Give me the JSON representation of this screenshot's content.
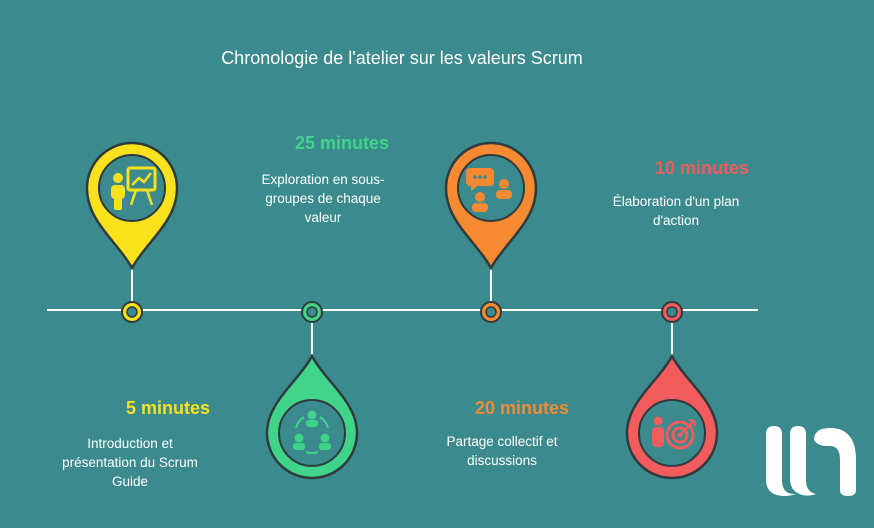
{
  "title": "Chronologie de l'atelier sur les valeurs Scrum",
  "steps": [
    {
      "duration": "5 minutes",
      "description": "Introduction et présentation du Scrum Guide",
      "color": "#f9e21b",
      "icon": "presenter-board-icon"
    },
    {
      "duration": "25 minutes",
      "description": "Exploration en sous-groupes de chaque valeur",
      "color": "#3fd48a",
      "icon": "group-circle-icon"
    },
    {
      "duration": "20 minutes",
      "description": "Partage collectif et discussions",
      "color": "#f58a32",
      "icon": "discussion-icon"
    },
    {
      "duration": "10 minutes",
      "description": "Élaboration d'un plan d'action",
      "color": "#f25c5c",
      "icon": "target-icon"
    }
  ],
  "logo": "brand-logo-icon"
}
